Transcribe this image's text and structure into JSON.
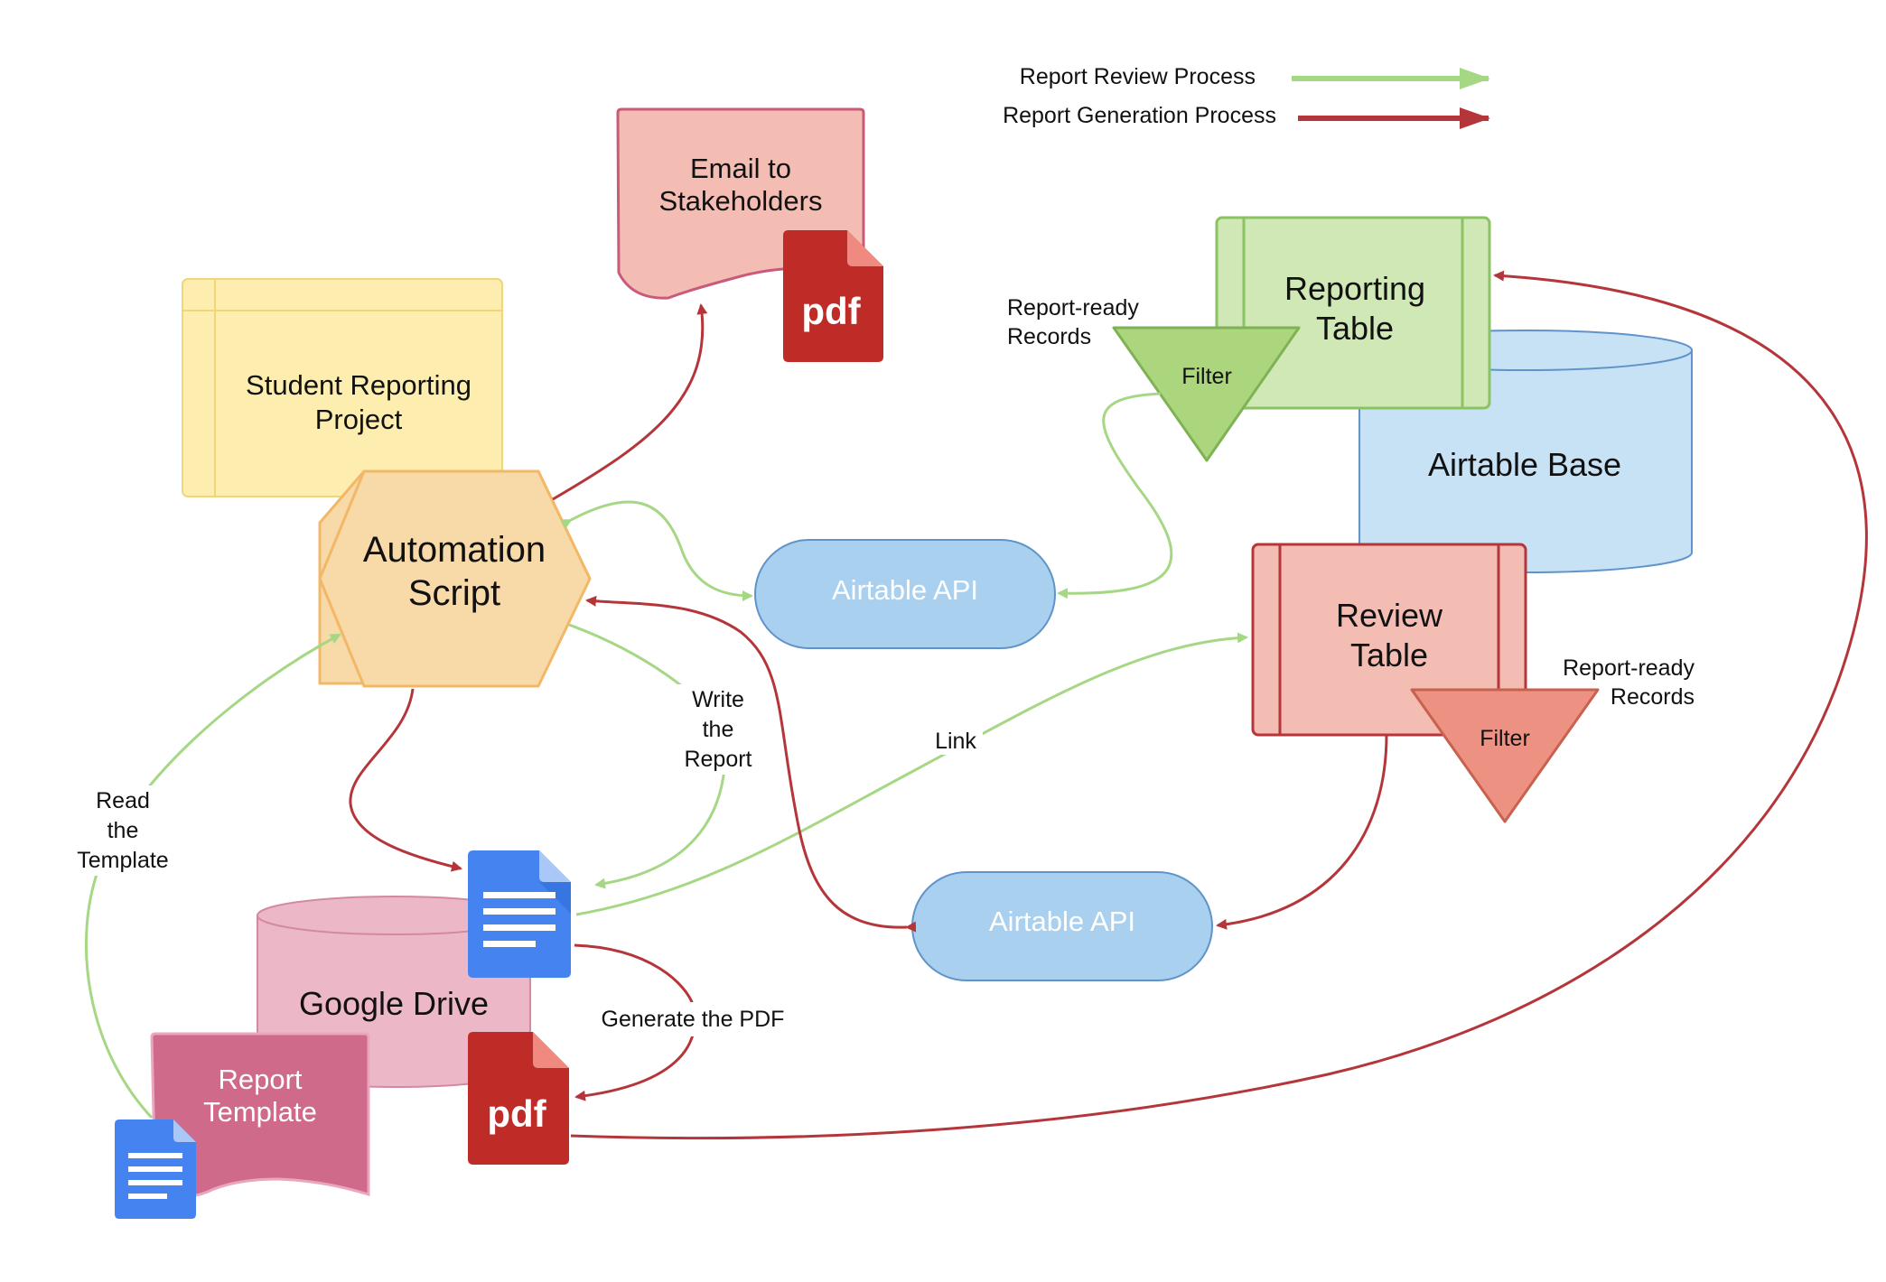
{
  "legend": {
    "review": {
      "label": "Report Review Process",
      "color": "#a6d785"
    },
    "generation": {
      "label": "Report Generation Process",
      "color": "#b5363a"
    }
  },
  "nodes": {
    "student_project": {
      "line1": "Student Reporting",
      "line2": "Project"
    },
    "automation_script": {
      "line1": "Automation",
      "line2": "Script"
    },
    "email": {
      "line1": "Email to",
      "line2": "Stakeholders"
    },
    "reporting_table": {
      "line1": "Reporting",
      "line2": "Table"
    },
    "airtable_base": {
      "label": "Airtable Base"
    },
    "review_table": {
      "line1": "Review",
      "line2": "Table"
    },
    "filter_top": {
      "label": "Filter"
    },
    "filter_bottom": {
      "label": "Filter"
    },
    "api_top": {
      "label": "Airtable API"
    },
    "api_bottom": {
      "label": "Airtable API"
    },
    "google_drive": {
      "label": "Google Drive"
    },
    "report_template": {
      "line1": "Report",
      "line2": "Template"
    },
    "pdf_email": {
      "label": "pdf"
    },
    "pdf_generated": {
      "label": "pdf"
    }
  },
  "edge_labels": {
    "report_ready_top": {
      "line1": "Report-ready",
      "line2": "Records"
    },
    "report_ready_bottom": {
      "line1": "Report-ready",
      "line2": "Records"
    },
    "read_template": {
      "line1": "Read",
      "line2": "the",
      "line3": "Template"
    },
    "write_report": {
      "line1": "Write",
      "line2": "the",
      "line3": "Report"
    },
    "link": {
      "label": "Link"
    },
    "generate_pdf": {
      "label": "Generate the PDF"
    }
  },
  "colors": {
    "yellow_note": "#fdeeb0",
    "orange_hex": "#f8d9a8",
    "salmon": "#f4bdb3",
    "green_box": "#d0e8b5",
    "blue_cyl": "#c7e2f5",
    "blue_pill": "#a9d0ee",
    "pink_cyl": "#ecb8c8",
    "rose_doc": "#cf6a8a",
    "pdf_red": "#bf2b26",
    "gdoc_blue": "#4584f0"
  }
}
